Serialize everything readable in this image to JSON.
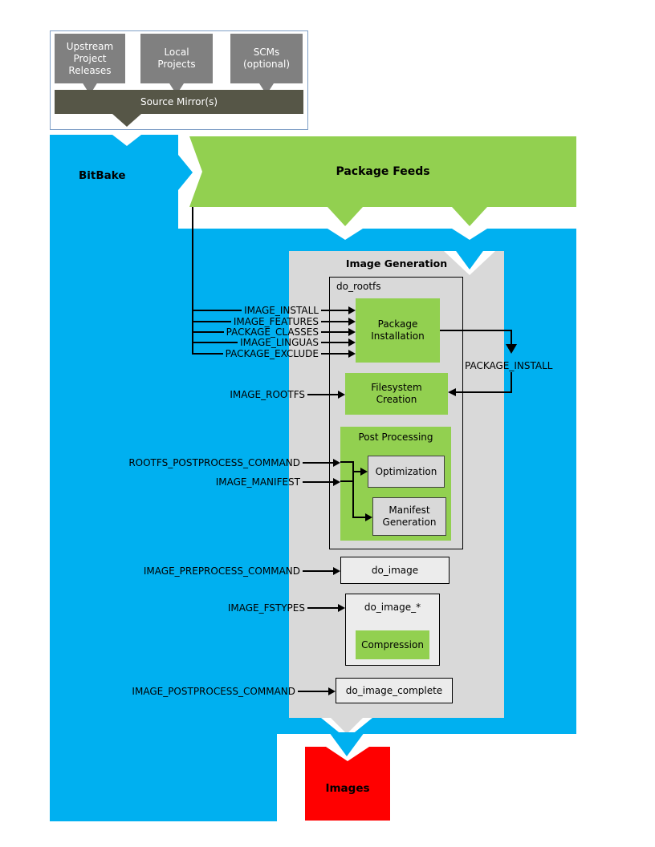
{
  "colors": {
    "bitbake_blue": "#00b0f0",
    "feed_green": "#92d050",
    "image_gen_gray": "#d9d9d9",
    "source_gray": "#808080",
    "mirror_dark": "#565647",
    "images_red": "#ff0000"
  },
  "source_panel": {
    "upstream": "Upstream\nProject\nReleases",
    "local": "Local\nProjects",
    "scms": "SCMs\n(optional)",
    "mirror": "Source Mirror(s)"
  },
  "bitbake": {
    "label": "BitBake"
  },
  "package_feeds": {
    "label": "Package Feeds"
  },
  "image_generation": {
    "title": "Image Generation",
    "do_rootfs": "do_rootfs",
    "package_installation": "Package\nInstallation",
    "filesystem_creation": "Filesystem\nCreation",
    "post_processing": "Post Processing",
    "optimization": "Optimization",
    "manifest_generation": "Manifest\nGeneration",
    "do_image": "do_image",
    "do_image_star": "do_image_*",
    "compression": "Compression",
    "do_image_complete": "do_image_complete"
  },
  "variables": {
    "install_inputs": [
      "IMAGE_INSTALL",
      "IMAGE_FEATURES",
      "PACKAGE_CLASSES",
      "IMAGE_LINGUAS",
      "PACKAGE_EXCLUDE"
    ],
    "package_install": "PACKAGE_INSTALL",
    "image_rootfs": "IMAGE_ROOTFS",
    "rootfs_postprocess": "ROOTFS_POSTPROCESS_COMMAND",
    "image_manifest": "IMAGE_MANIFEST",
    "image_preprocess": "IMAGE_PREPROCESS_COMMAND",
    "image_fstypes": "IMAGE_FSTYPES",
    "image_postprocess": "IMAGE_POSTPROCESS_COMMAND"
  },
  "images": {
    "label": "Images"
  }
}
